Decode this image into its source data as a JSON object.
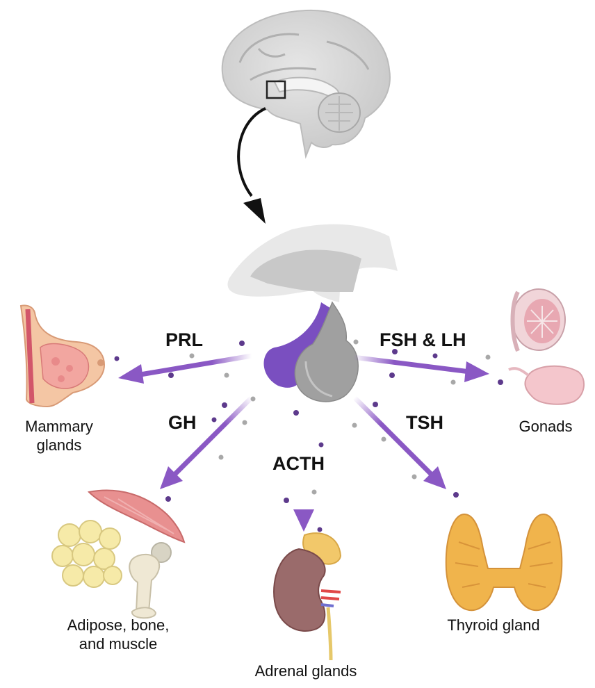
{
  "colors": {
    "arrow": "#8a58c4",
    "anterior_lobe": "#7a4fc0",
    "posterior_lobe": "#9c9c9c",
    "brain": "#d6d6d6",
    "particle_purple": "#5d3a8c",
    "particle_gray": "#a8a8a8"
  },
  "hormones": {
    "prl": "PRL",
    "fsh_lh": "FSH & LH",
    "gh": "GH",
    "tsh": "TSH",
    "acth": "ACTH"
  },
  "targets": {
    "mammary": [
      "Mammary",
      "glands"
    ],
    "gonads": [
      "Gonads"
    ],
    "adipose": [
      "Adipose, bone,",
      "and muscle"
    ],
    "thyroid": [
      "Thyroid gland"
    ],
    "adrenal": [
      "Adrenal glands"
    ]
  },
  "icons": [
    "brain-icon",
    "pituitary-gland-icon",
    "mammary-gland-icon",
    "gonads-icon",
    "adipose-tissue-icon",
    "bone-icon",
    "muscle-icon",
    "adrenal-kidney-icon",
    "thyroid-icon"
  ]
}
